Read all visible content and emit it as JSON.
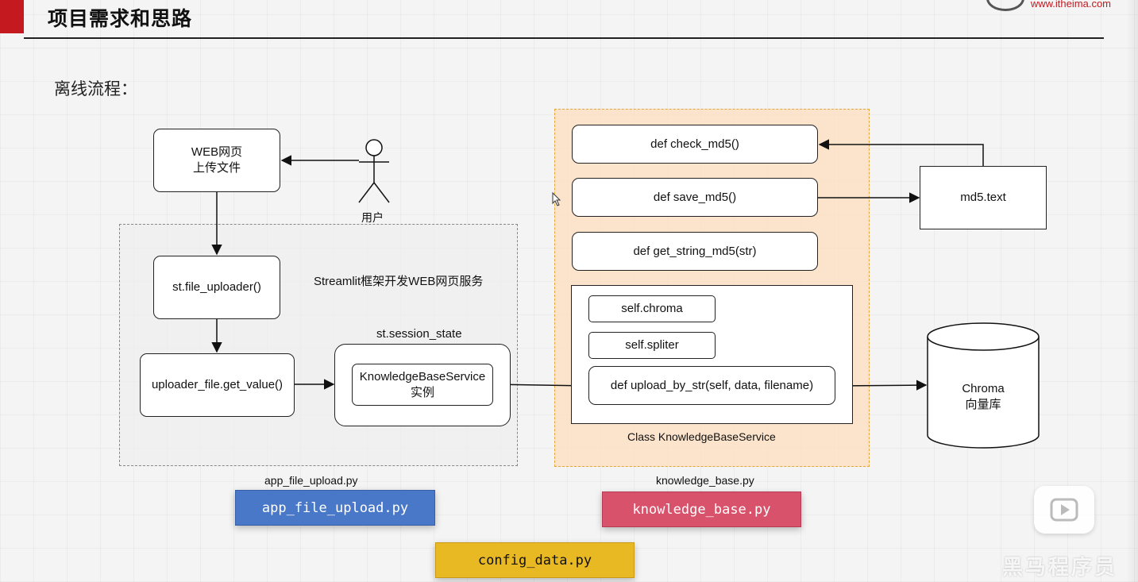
{
  "header": {
    "title": "项目需求和思路",
    "logo_text": "www.itheima.com"
  },
  "section_label": "离线流程：",
  "actor": {
    "name": "用户",
    "icon": "stick-figure-icon"
  },
  "web_group": {
    "caption": "Streamlit框架开发WEB网页服务",
    "file_label": "app_file_upload.py",
    "nodes": {
      "web_upload_line1": "WEB网页",
      "web_upload_line2": "上传文件",
      "file_uploader": "st.file_uploader()",
      "get_value": "uploader_file.get_value()",
      "session_state_label": "st.session_state",
      "kb_instance_line1": "KnowledgeBaseService",
      "kb_instance_line2": "实例"
    }
  },
  "kb_group": {
    "file_label": "knowledge_base.py",
    "class_label": "Class KnowledgeBaseService",
    "methods": {
      "check_md5": "def check_md5()",
      "save_md5": "def save_md5()",
      "get_string_md5": "def get_string_md5(str)",
      "self_chroma": "self.chroma",
      "self_spliter": "self.spliter",
      "upload_by_str": "def upload_by_str(self, data, filename)"
    }
  },
  "md5_file": "md5.text",
  "chroma_db": {
    "line1": "Chroma",
    "line2": "向量库"
  },
  "file_tags": {
    "app": "app_file_upload.py",
    "kb": "knowledge_base.py",
    "config": "config_data.py"
  },
  "colors": {
    "tag_blue": "#4a78c8",
    "tag_red": "#d9526b",
    "tag_yellow": "#e9b924",
    "orange_group": "#fde0c4",
    "accent_red": "#c4191f"
  },
  "watermark": "黑马程序员"
}
